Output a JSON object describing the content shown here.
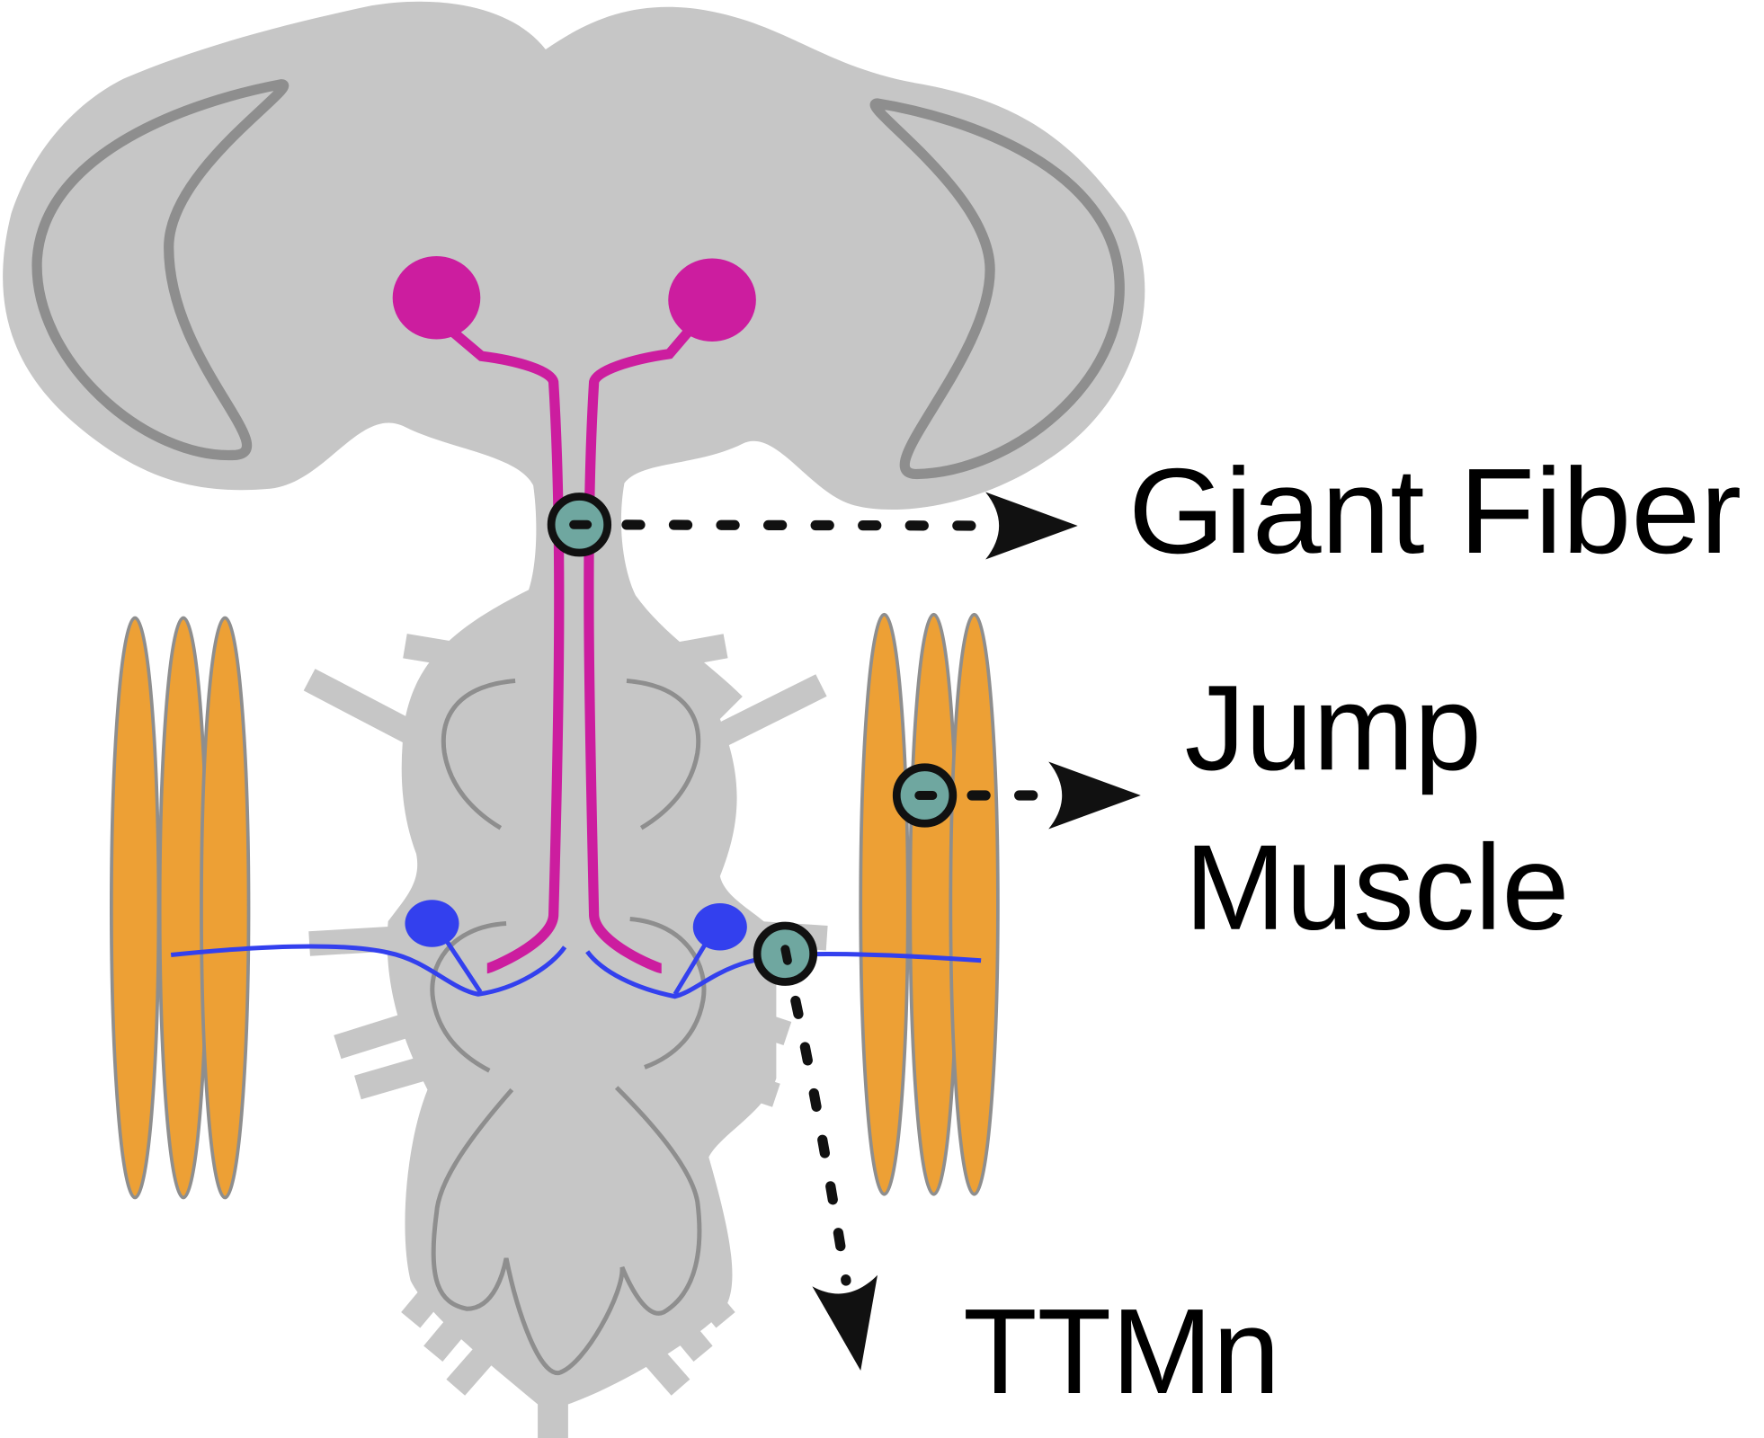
{
  "labels": {
    "giant_fiber": "Giant Fiber",
    "jump_muscle_line1": "Jump",
    "jump_muscle_line2": "Muscle",
    "ttmn": "TTMn"
  },
  "colors": {
    "body": "#c6c6c6",
    "outline": "#8e8e8e",
    "giant_fiber": "#cc1d9f",
    "motor_neuron": "#3340ee",
    "muscle": "#eda035",
    "electrode": "#6fa7a0",
    "arrow": "#111111"
  }
}
